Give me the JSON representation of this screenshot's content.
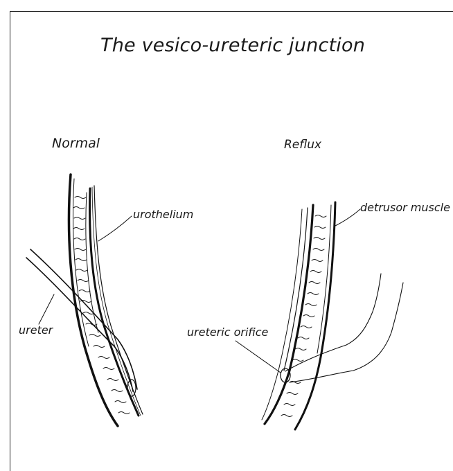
{
  "title": "The vesico-ureteric junction",
  "panels": {
    "normal": "Normal",
    "reflux": "Reflux"
  },
  "labels": {
    "urothelium": "urothelium",
    "detrusor_muscle": "detrusor muscle",
    "ureter": "ureter",
    "ureteric_orifice": "ureteric orifice"
  }
}
